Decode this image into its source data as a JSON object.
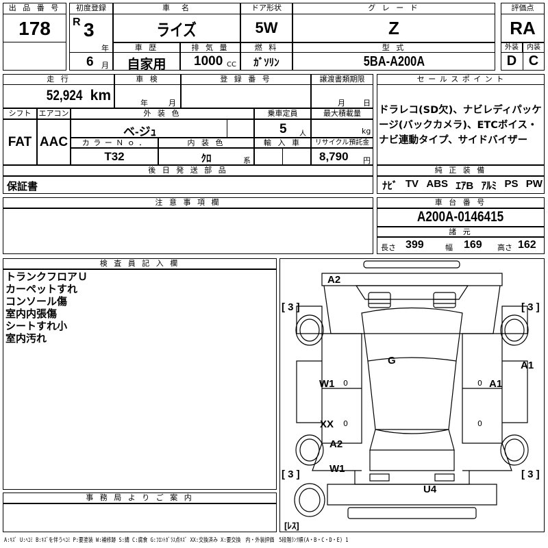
{
  "lot": {
    "label": "出 品 番 号",
    "value": "178"
  },
  "first_reg": {
    "label": "初度登録",
    "era": "R",
    "year": "3",
    "year_unit": "年",
    "month": "6",
    "month_unit": "月"
  },
  "car_name": {
    "label": "車　名",
    "value": "ライズ"
  },
  "door": {
    "label": "ドア形状",
    "value": "5W"
  },
  "grade": {
    "label": "グ レ ー ド",
    "value": "Z"
  },
  "rating": {
    "label": "評価点",
    "value": "RA"
  },
  "history": {
    "label": "車 歴",
    "value": "自家用"
  },
  "displacement": {
    "label": "排 気 量",
    "value": "1000",
    "unit": "CC"
  },
  "fuel": {
    "label": "燃 料",
    "value": "ｶﾞｿﾘﾝ"
  },
  "model": {
    "label": "型 式",
    "value": "5BA-A200A"
  },
  "exterior_grade": {
    "label": "外装",
    "value": "D"
  },
  "interior_grade": {
    "label": "内装",
    "value": "C"
  },
  "mileage": {
    "label": "走 行",
    "value": "52,924",
    "unit": "km"
  },
  "inspection": {
    "label": "車 検",
    "year_unit": "年",
    "month_unit": "月"
  },
  "registration": {
    "label": "登 録 番 号"
  },
  "transfer_doc": {
    "label": "譲渡書類期限",
    "month_unit": "月",
    "day_unit": "日"
  },
  "sales_points": {
    "label": "セ ー ル ス ポ イ ン ト",
    "text": "ドラレコ(SD欠)、ナビレディパッケージ(バックカメラ)、ETCボイス・ナビ連動タイプ、サイドバイザー"
  },
  "shift": {
    "label": "シフト",
    "value": "FAT"
  },
  "aircon": {
    "label": "エアコン",
    "value": "AAC"
  },
  "ext_color": {
    "label": "外 装 色",
    "value": "ベ-ジｭ"
  },
  "capacity": {
    "label": "乗車定員",
    "value": "5",
    "unit": "人"
  },
  "max_load": {
    "label": "最大積載量",
    "unit": "kg"
  },
  "color_no": {
    "label": "カ ラ ー Ｎ ｏ ．",
    "value": "T32"
  },
  "int_color": {
    "label": "内 装 色",
    "value": "ｸﾛ",
    "unit": "系"
  },
  "import": {
    "label": "輸 入 車"
  },
  "recycle": {
    "label": "リサイクル預託金",
    "value": "8,790",
    "unit": "円"
  },
  "later_parts": {
    "label": "後 日 発 送 部 品",
    "value": "保証書"
  },
  "equipment": {
    "label": "純 正 装 備",
    "items": [
      "ﾅﾋﾞ",
      "TV",
      "ABS",
      "ｴｱB",
      "ｱﾙﾐ",
      "PS",
      "PW"
    ]
  },
  "notes": {
    "label": "注 意 事 項 欄"
  },
  "chassis": {
    "label": "車 台 番 号",
    "value": "A200A-0146415"
  },
  "specs": {
    "label": "諸 元",
    "length_label": "長さ",
    "length": "399",
    "width_label": "幅",
    "width": "169",
    "height_label": "高さ",
    "height": "162"
  },
  "inspector": {
    "label": "検 査 員 記 入 欄",
    "lines": [
      "トランクフロアＵ",
      "カーペットすれ",
      "コンソール傷",
      "室内内張傷",
      "シートすれ小",
      "室内汚れ"
    ]
  },
  "office": {
    "label": "事 務 局 よ り ご 案 内"
  },
  "diagram": {
    "tires": [
      "[ 3 ]",
      "[ 3 ]",
      "[ 3 ]",
      "[ 3 ]"
    ],
    "marks": {
      "a2_top": "A2",
      "g": "G",
      "a1_right_edge": "A1",
      "w1_left": "W1",
      "a1_right": "A1",
      "xx": "XX",
      "a2_left": "A2",
      "w1_lower": "W1",
      "u4": "U4",
      "zero": "0"
    },
    "tire_spare": "[ﾚｽ]"
  },
  "legend": "A:ｷｽﾞ U:ﾍｺﾐ B:ｷｽﾞを伴うﾍｺﾐ P:要塗装 W:補修跡 S:錆 C:腐食 G:ﾌﾛﾝﾄｶﾞﾗｽ点ｷｽﾞ XX:交換済み X:要交換　内・外装評価　5段階ﾗﾝｸ順(A・B・C・D・E) 1"
}
